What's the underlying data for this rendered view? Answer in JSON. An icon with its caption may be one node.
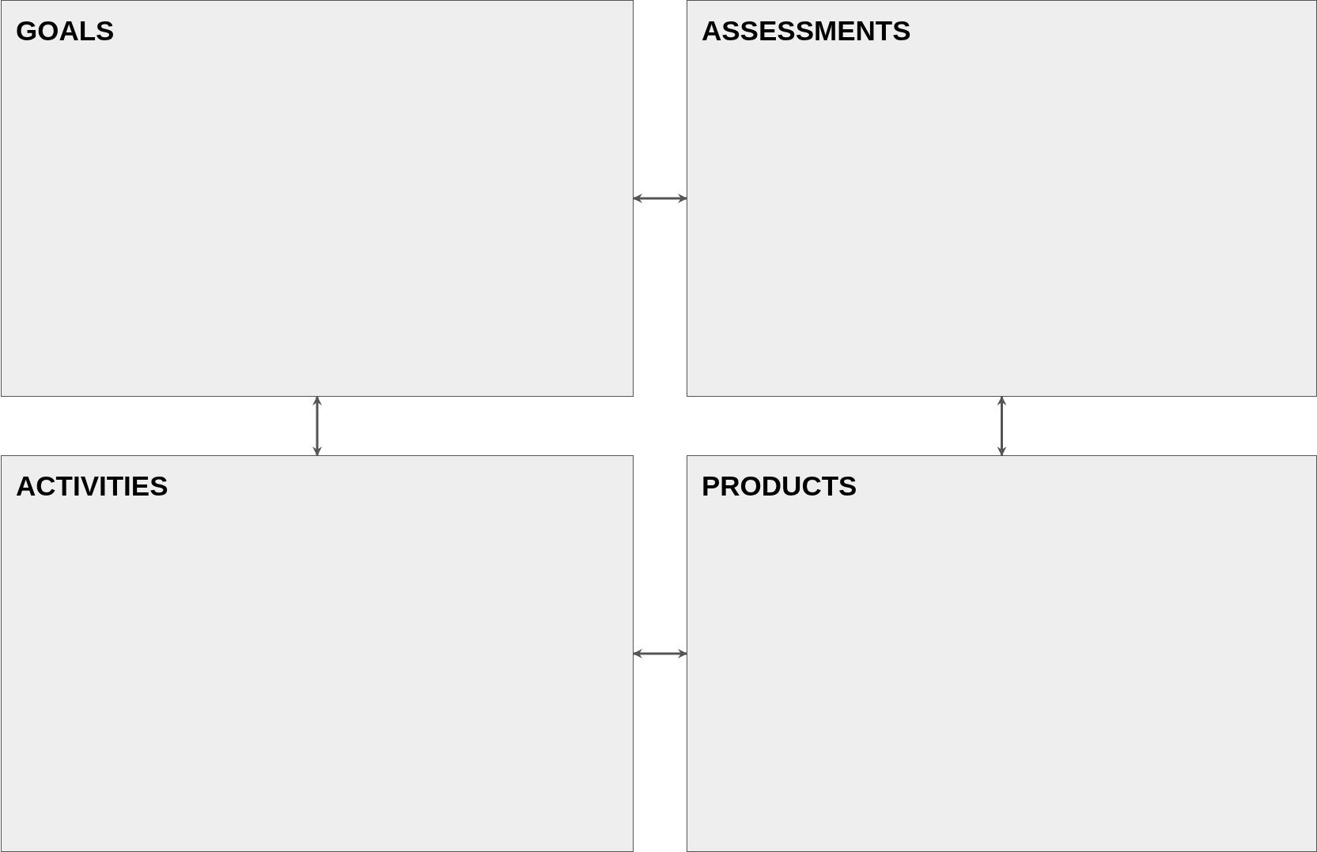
{
  "diagram": {
    "nodes": [
      {
        "text": [
          "GOALS"
        ]
      },
      {
        "text": [
          "ASSESSMENTS"
        ]
      },
      {
        "text": [
          "ACTIVITIES"
        ]
      },
      {
        "text": [
          "PRODUCTS"
        ]
      }
    ],
    "edges": [
      {
        "from": 0,
        "to": 1,
        "arrow": "both"
      },
      {
        "from": 0,
        "to": 2,
        "arrow": "both"
      },
      {
        "from": 1,
        "to": 3,
        "arrow": "both"
      },
      {
        "from": 2,
        "to": 3,
        "arrow": "both"
      }
    ]
  }
}
